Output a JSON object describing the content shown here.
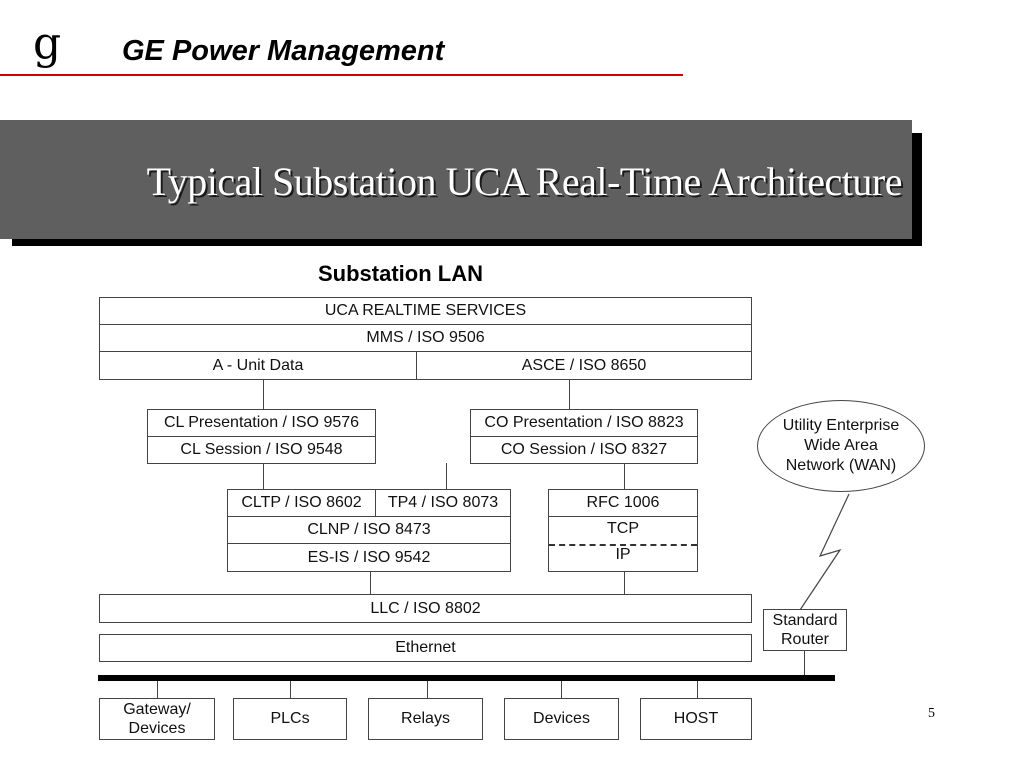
{
  "header": {
    "logo_letter": "g",
    "company": "GE Power Management"
  },
  "banner": {
    "title": "Typical Substation UCA Real-Time Architecture"
  },
  "diagram": {
    "heading": "Substation LAN",
    "top_stack": {
      "uca": "UCA REALTIME SERVICES",
      "mms": "MMS / ISO 9506",
      "unit_data": "A - Unit Data",
      "asce": "ASCE / ISO 8650"
    },
    "cl_stack": {
      "presentation": "CL Presentation / ISO 9576",
      "session": "CL Session / ISO 9548"
    },
    "co_stack": {
      "presentation": "CO Presentation / ISO 8823",
      "session": "CO Session / ISO 8327"
    },
    "osi_transport": {
      "cltp": "CLTP / ISO 8602",
      "tp4": "TP4 / ISO 8073",
      "clnp": "CLNP / ISO 8473",
      "esis": "ES-IS / ISO 9542"
    },
    "ip_stack": {
      "rfc": "RFC 1006",
      "tcp": "TCP",
      "ip": "IP"
    },
    "llc": "LLC / ISO 8802",
    "ethernet": "Ethernet",
    "wan": {
      "line1": "Utility Enterprise",
      "line2": "Wide Area",
      "line3": "Network (WAN)"
    },
    "router": {
      "line1": "Standard",
      "line2": "Router"
    },
    "devices": {
      "gateway_line1": "Gateway/",
      "gateway_line2": "Devices",
      "plcs": "PLCs",
      "relays": "Relays",
      "devices": "Devices",
      "host": "HOST"
    }
  },
  "page_number": "5"
}
